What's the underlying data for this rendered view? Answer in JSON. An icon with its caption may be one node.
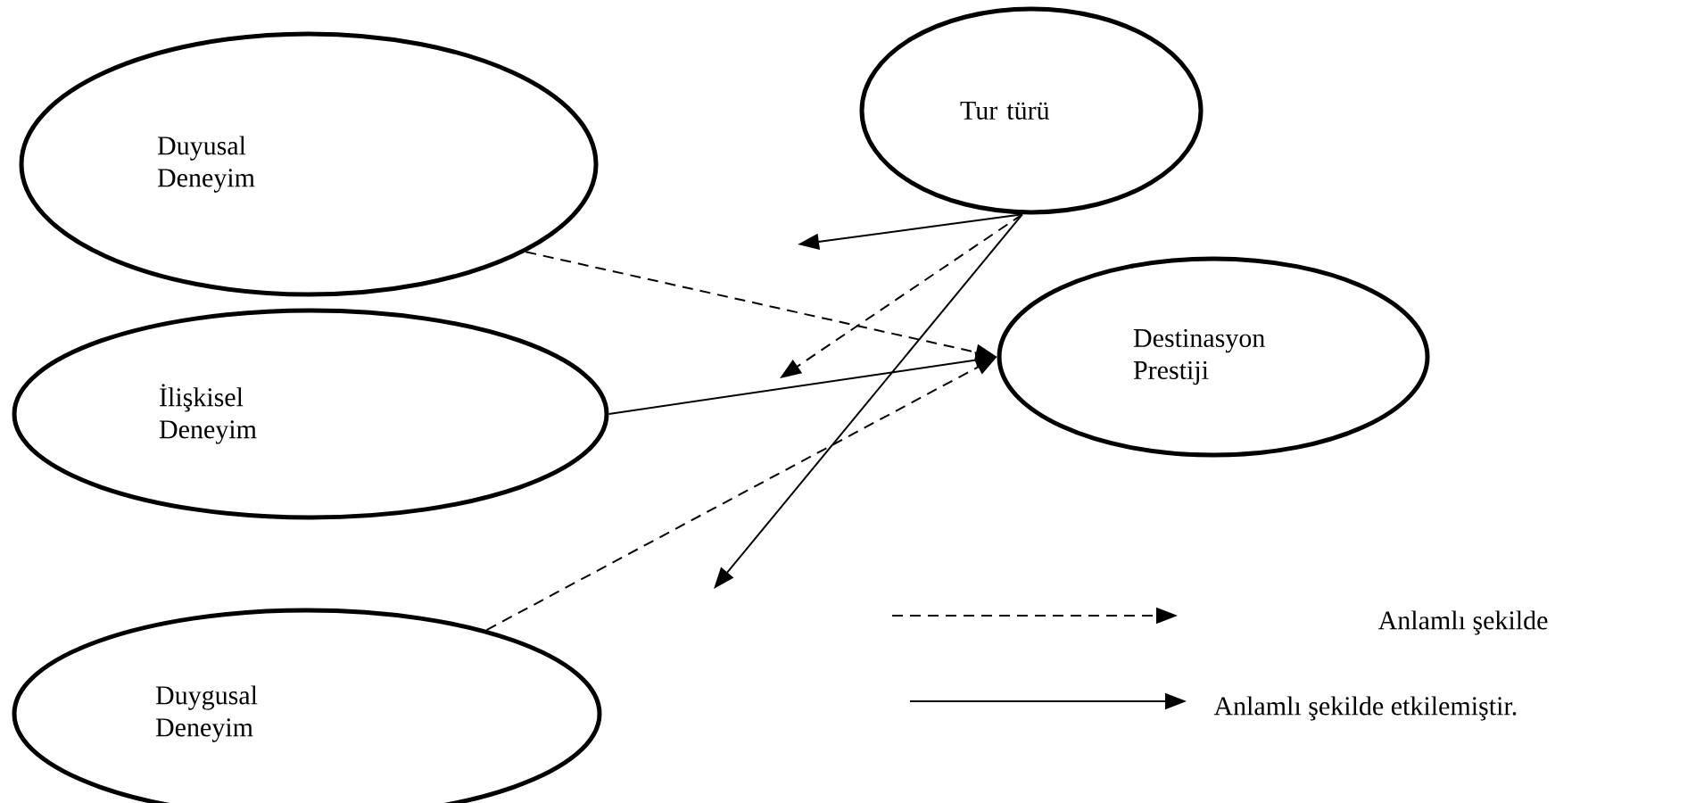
{
  "diagram": {
    "nodes": [
      {
        "text": [
          "Duyusal Deneyim"
        ]
      },
      {
        "text": [
          "Tur türü"
        ]
      },
      {
        "text": [
          "İlişkisel Deneyim"
        ]
      },
      {
        "text": [
          "Destinasyon Prestiji"
        ]
      },
      {
        "text": [
          "Duygusal Deneyim"
        ]
      }
    ],
    "edges": [
      {
        "from": 0,
        "to": 3,
        "arrow": "to",
        "style": "dashed"
      },
      {
        "from": 2,
        "to": 3,
        "arrow": "to"
      },
      {
        "from": 4,
        "to": 3,
        "arrow": "to",
        "style": "dashed"
      },
      {
        "from": 1,
        "to": null,
        "arrow": "to"
      },
      {
        "from": 1,
        "to": null,
        "arrow": "to",
        "style": "dashed"
      },
      {
        "from": 1,
        "to": null,
        "arrow": "to"
      }
    ],
    "legend": [
      {
        "text": "Anlamlı şekilde"
      },
      {
        "text": "Anlamlı şekilde etkilemiştir."
      }
    ]
  }
}
